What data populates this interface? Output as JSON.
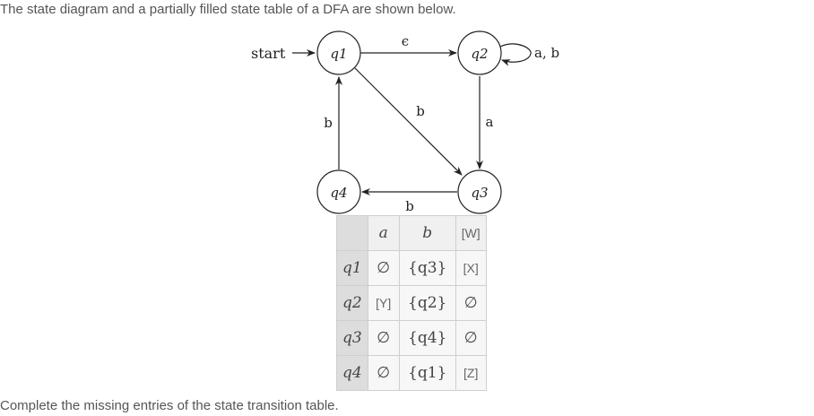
{
  "intro_text": "The state diagram and a partially filled state table of a DFA are shown below.",
  "outro_text": "Complete the missing entries of the state transition table.",
  "diagram": {
    "start_label": "start",
    "states": [
      "q1",
      "q2",
      "q3",
      "q4"
    ],
    "edges": [
      {
        "from": "q1",
        "to": "q2",
        "label": "ϵ"
      },
      {
        "from": "q2",
        "to": "q2",
        "label": "a, b"
      },
      {
        "from": "q1",
        "to": "q3",
        "label": "b"
      },
      {
        "from": "q2",
        "to": "q3",
        "label": "a"
      },
      {
        "from": "q3",
        "to": "q4",
        "label": "b"
      },
      {
        "from": "q4",
        "to": "q1",
        "label": "b"
      }
    ]
  },
  "table": {
    "headers": [
      "a",
      "b",
      "[W]"
    ],
    "rows": [
      {
        "state": "q1",
        "cells": [
          "∅",
          "{q3}",
          "[X]"
        ]
      },
      {
        "state": "q2",
        "cells": [
          "[Y]",
          "{q2}",
          "∅"
        ]
      },
      {
        "state": "q3",
        "cells": [
          "∅",
          "{q4}",
          "∅"
        ]
      },
      {
        "state": "q4",
        "cells": [
          "∅",
          "{q1}",
          "[Z]"
        ]
      }
    ]
  }
}
